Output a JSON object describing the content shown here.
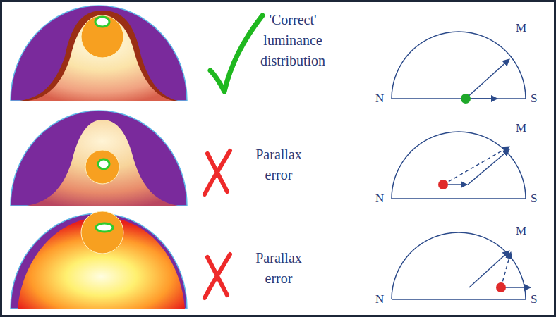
{
  "diagram": {
    "labels": [
      "'Correct' luminance distribution",
      "M",
      "N",
      "S",
      "Parallax error",
      "M",
      "N",
      "S",
      "Parallax error",
      "M",
      "N",
      "S"
    ]
  }
}
